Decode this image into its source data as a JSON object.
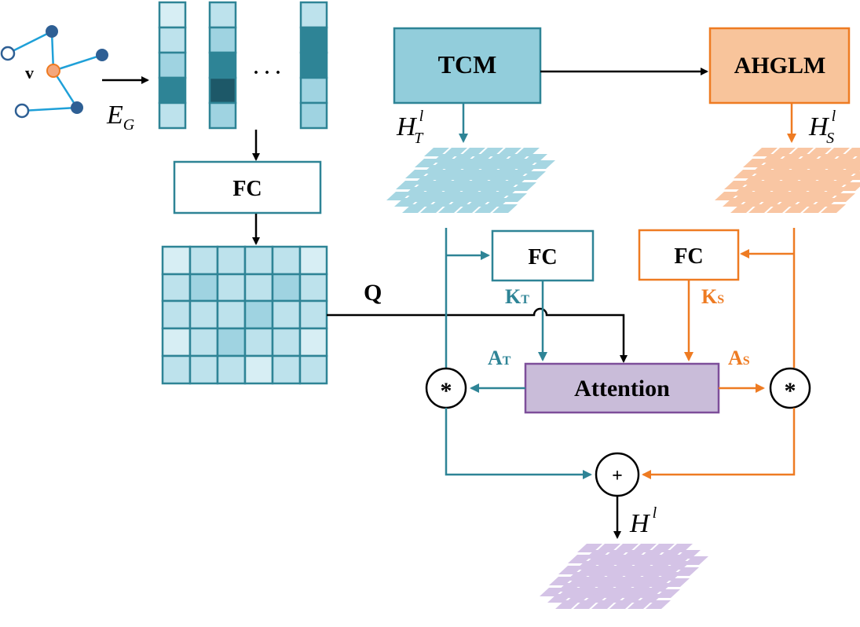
{
  "graph": {
    "node_label": "v",
    "embedding_label": "E",
    "embedding_sub": "G",
    "ellipsis": "· · ·"
  },
  "blocks": {
    "tcm": "TCM",
    "ahglm": "AHGLM",
    "fc_left": "FC",
    "fc_mid": "FC",
    "fc_right": "FC",
    "attention": "Attention",
    "mult_t": "*",
    "mult_s": "*",
    "sum": "+"
  },
  "labels": {
    "q": "Q",
    "k_t": "K",
    "k_t_sub": "T",
    "k_s": "K",
    "k_s_sub": "S",
    "a_t": "A",
    "a_t_sub": "T",
    "a_s": "A",
    "a_s_sub": "S",
    "h_t": "H",
    "h_t_sup": "l",
    "h_t_sub": "T",
    "h_s": "H",
    "h_s_sup": "l",
    "h_s_sub": "S",
    "h_out": "H",
    "h_out_sup": "l"
  },
  "colors": {
    "teal": "#2e8496",
    "teal_fill": "#92cddb",
    "orange": "#ee7b22",
    "orange_fill": "#f8c49b",
    "purple": "#7d4e9a",
    "purple_fill": "#c9bcd9",
    "light_teal_tile": "#a6d6e2",
    "light_orange_tile": "#f9c6a3",
    "light_purple_tile": "#d4c3e6",
    "node_dark": "#2e5f94",
    "node_center": "#f4a77c",
    "edge_blue": "#1fa0d8"
  }
}
